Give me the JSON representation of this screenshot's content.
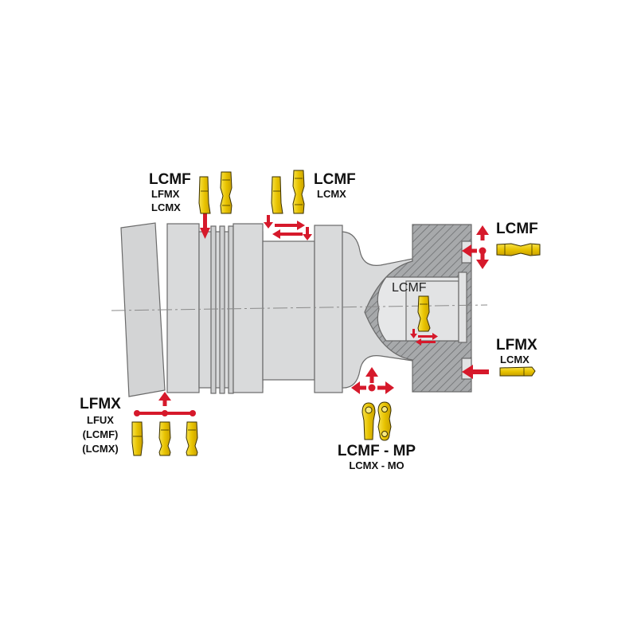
{
  "colors": {
    "part_fill": "#d9dadb",
    "part_stroke": "#6a6a6a",
    "hatch_fill": "#a7a9ab",
    "arrow_red": "#d6192b",
    "insert_gold": "#f2d21a",
    "insert_stroke": "#3a3000"
  },
  "groups": {
    "top_left": {
      "title": "LCMF",
      "line2": "LFMX",
      "line3": "LCMX",
      "icon": "down-arrow-icon"
    },
    "top_mid": {
      "title": "LCMF",
      "line2": "LCMX",
      "icon": "bidirectional-arrows-icon"
    },
    "right_top": {
      "title": "LCMF",
      "icon": "four-way-arrows-icon"
    },
    "inner": {
      "title": "LCMF",
      "icon": "bidirectional-arrows-icon"
    },
    "right_mid": {
      "title": "LFMX",
      "line2": "LCMX",
      "icon": "left-arrow-icon"
    },
    "bottom_mid": {
      "title": "LCMF - MP",
      "line2": "LCMX - MO",
      "icon": "four-way-arrows-icon"
    },
    "bottom_left": {
      "title": "LFMX",
      "line2": "LFUX",
      "line3": "(LCMF)",
      "line4": "(LCMX)",
      "icon": "up-arrow-icon"
    }
  }
}
